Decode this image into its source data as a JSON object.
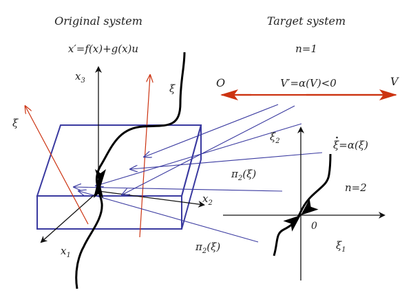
{
  "left_panel": {
    "title": "Original system",
    "equation": "x′=f(x)+g(x)u",
    "axis_x3": "x",
    "axis_x3_sub": "3",
    "axis_x2": "x",
    "axis_x2_sub": "2",
    "axis_x1": "x",
    "axis_x1_sub": "1",
    "xi_left": "ξ",
    "xi_curve": "ξ"
  },
  "right_panel": {
    "title": "Target system",
    "n1": "n=1",
    "origin": "O",
    "v_label": "V",
    "v_equation": "V′=α(V)<0",
    "xi2_axis": "ξ",
    "xi2_sub": "2",
    "xi_dot_equation": "=α(ξ)",
    "xi_dot_symbol": "ξ",
    "n2": "n=2",
    "zero": "0",
    "xi1_axis": "ξ",
    "xi1_sub": "1"
  },
  "projections": {
    "upper_label": "π",
    "upper_sub": "2",
    "upper_arg": "(ξ)",
    "lower_label": "π",
    "lower_sub": "2",
    "lower_arg": "(ξ)"
  },
  "colors": {
    "box": "#3a3aa0",
    "projection": "#3a3aa0",
    "red_arrow": "#cc3311",
    "curve": "#000000"
  }
}
